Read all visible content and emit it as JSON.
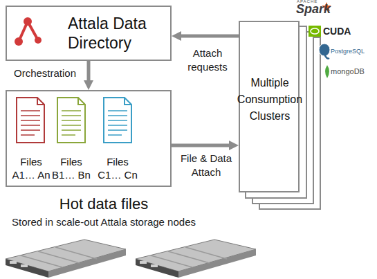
{
  "diagram": {
    "nodes": [
      {
        "text": [
          "Attala Data Directory"
        ]
      },
      {
        "text": [
          "Hot data files",
          "Stored in scale-out Attala storage nodes"
        ]
      },
      {
        "text": [
          "Files A1… An"
        ],
        "in": 1
      },
      {
        "text": [
          "Files B1… Bn"
        ],
        "in": 1
      },
      {
        "text": [
          "Files C1… Cn"
        ],
        "in": 1
      },
      {
        "text": [
          "Multiple Consumption Clusters"
        ]
      }
    ],
    "edges": [
      {
        "from": 0,
        "to": 1,
        "arrow": "to",
        "label": "Orchestration"
      },
      {
        "from": 5,
        "to": 0,
        "arrow": "to",
        "label": "Attach requests"
      },
      {
        "from": 1,
        "to": 5,
        "arrow": "to",
        "label": "File & Data Attach"
      }
    ],
    "labels": [
      "APACHE",
      "Spark",
      "CUDA",
      "PostgreSQL",
      "mongoDB"
    ]
  }
}
